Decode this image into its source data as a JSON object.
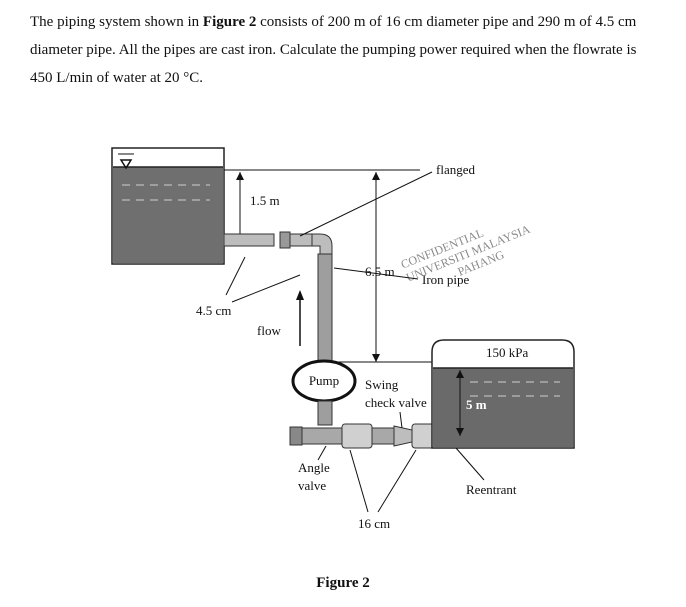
{
  "problem": {
    "part1": "The piping system shown in ",
    "figure_ref": "Figure 2",
    "part2": " consists of 200 m of 16 cm diameter pipe and 290 m of 4.5 cm diameter pipe. All the pipes are cast iron. Calculate the pumping power required when the flowrate is 450 L/min of water at 20 °C."
  },
  "figure": {
    "labels": {
      "height_upper": "1.5 m",
      "small_diameter": "4.5 cm",
      "flow": "flow",
      "pump": "Pump",
      "angle_valve_line1": "Angle",
      "angle_valve_line2": "valve",
      "flanged": "flanged",
      "height_middle": "6.5 m",
      "iron_pipe": "Iron pipe",
      "pressure": "150 kPa",
      "swing_line1": "Swing",
      "swing_line2": "check valve",
      "height_lower": "5 m",
      "large_diameter": "16 cm",
      "reentrant": "Reentrant"
    },
    "watermark": {
      "line1": "CONFIDENTIAL",
      "line2": "UNIVERSITI MALAYSIA",
      "line3": "PAHANG"
    },
    "caption": "Figure 2"
  }
}
